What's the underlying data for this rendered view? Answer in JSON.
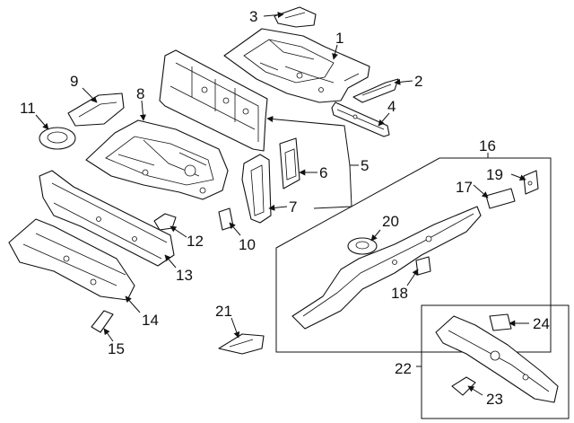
{
  "callouts": [
    {
      "id": "c1",
      "label": "1"
    },
    {
      "id": "c2",
      "label": "2"
    },
    {
      "id": "c3",
      "label": "3"
    },
    {
      "id": "c4",
      "label": "4"
    },
    {
      "id": "c5",
      "label": "5"
    },
    {
      "id": "c6",
      "label": "6"
    },
    {
      "id": "c7",
      "label": "7"
    },
    {
      "id": "c8",
      "label": "8"
    },
    {
      "id": "c9",
      "label": "9"
    },
    {
      "id": "c10",
      "label": "10"
    },
    {
      "id": "c11",
      "label": "11"
    },
    {
      "id": "c12",
      "label": "12"
    },
    {
      "id": "c13",
      "label": "13"
    },
    {
      "id": "c14",
      "label": "14"
    },
    {
      "id": "c15",
      "label": "15"
    },
    {
      "id": "c16",
      "label": "16"
    },
    {
      "id": "c17",
      "label": "17"
    },
    {
      "id": "c18",
      "label": "18"
    },
    {
      "id": "c19",
      "label": "19"
    },
    {
      "id": "c20",
      "label": "20"
    },
    {
      "id": "c21",
      "label": "21"
    },
    {
      "id": "c22",
      "label": "22"
    },
    {
      "id": "c23",
      "label": "23"
    },
    {
      "id": "c24",
      "label": "24"
    }
  ]
}
